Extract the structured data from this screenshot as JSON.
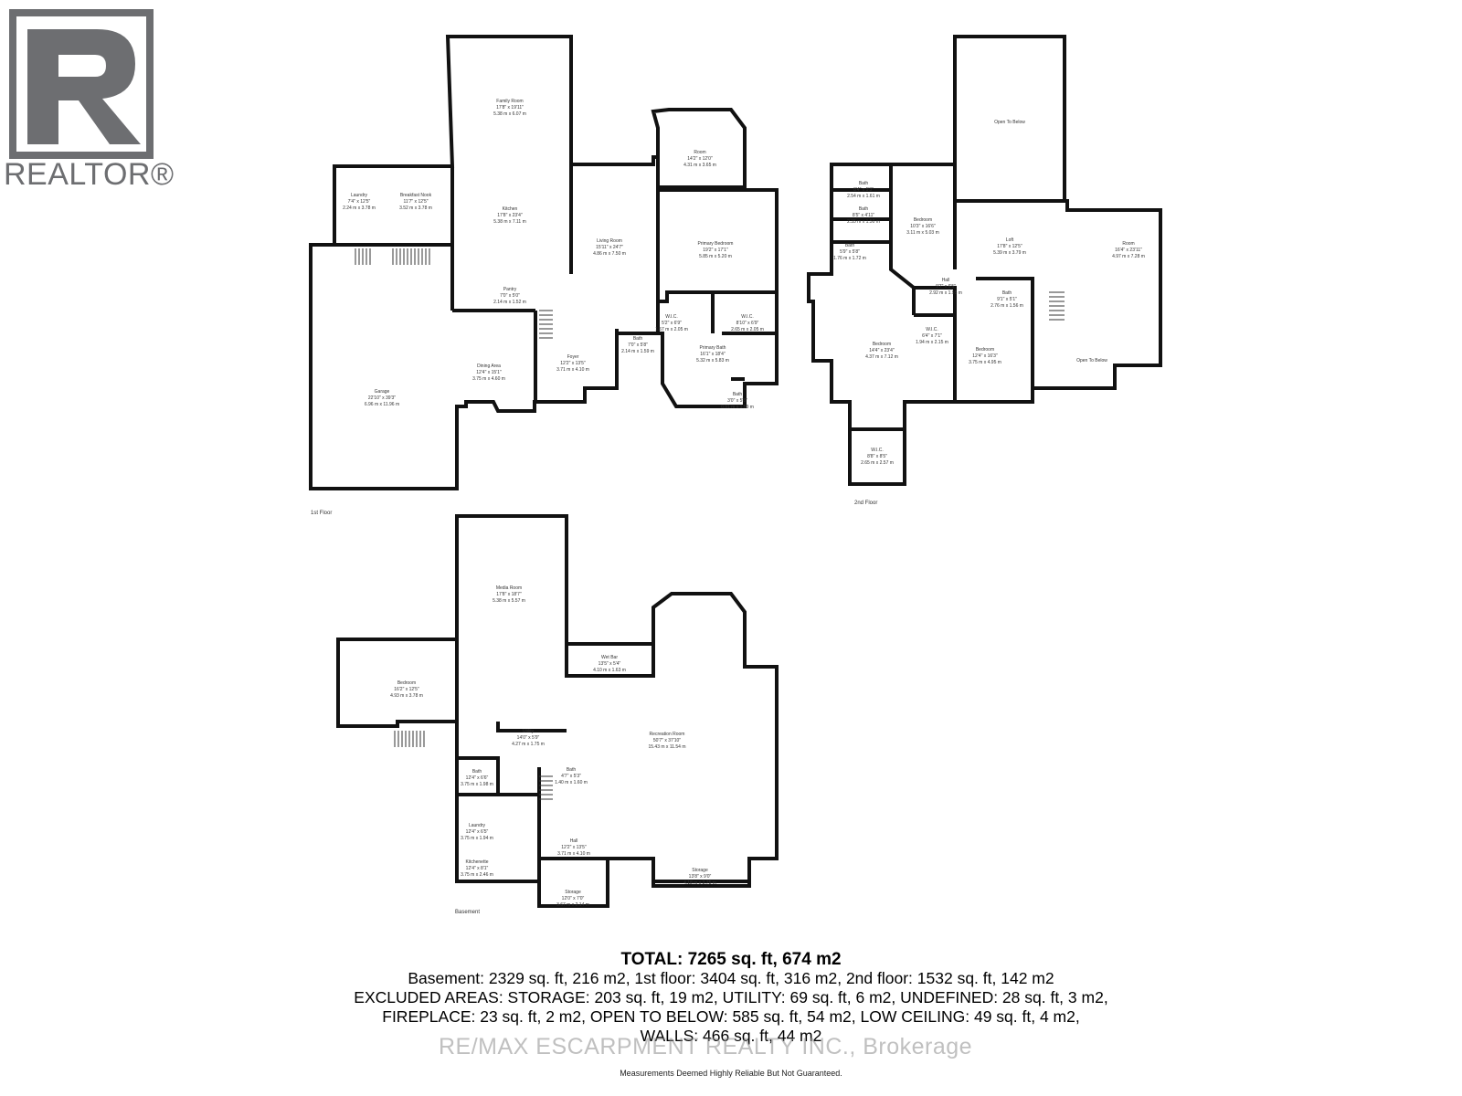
{
  "logo": {
    "brand": "REALTOR®"
  },
  "floors": {
    "first": {
      "label": "1st Floor",
      "rooms": [
        {
          "name": "Family Room",
          "imperial": "17'8\" x 19'11\"",
          "metric": "5.38 m x 6.07 m"
        },
        {
          "name": "Laundry",
          "imperial": "7'4\" x 12'5\"",
          "metric": "2.24 m x 3.78 m"
        },
        {
          "name": "Breakfast Nook",
          "imperial": "11'7\" x 12'5\"",
          "metric": "3.52 m x 3.78 m"
        },
        {
          "name": "Kitchen",
          "imperial": "17'8\" x 23'4\"",
          "metric": "5.38 m x 7.11 m"
        },
        {
          "name": "Living Room",
          "imperial": "15'11\" x 24'7\"",
          "metric": "4.86 m x 7.50 m"
        },
        {
          "name": "Room",
          "imperial": "14'2\" x 12'0\"",
          "metric": "4.31 m x 3.65 m"
        },
        {
          "name": "Primary Bedroom",
          "imperial": "19'2\" x 17'1\"",
          "metric": "5.85 m x 5.20 m"
        },
        {
          "name": "Pantry",
          "imperial": "7'0\" x 5'0\"",
          "metric": "2.14 m x 1.52 m"
        },
        {
          "name": "Garage",
          "imperial": "22'10\" x 39'3\"",
          "metric": "6.96 m x 11.96 m"
        },
        {
          "name": "Dining Area",
          "imperial": "12'4\" x 15'1\"",
          "metric": "3.75 m x 4.60 m"
        },
        {
          "name": "Foyer",
          "imperial": "12'2\" x 13'5\"",
          "metric": "3.71 m x 4.10 m"
        },
        {
          "name": "W.I.C.",
          "imperial": "5'2\" x 6'9\"",
          "metric": "1.57 m x 2.05 m"
        },
        {
          "name": "W.I.C.",
          "imperial": "8'10\" x 6'9\"",
          "metric": "2.65 m x 2.05 m"
        },
        {
          "name": "Bath",
          "imperial": "7'0\" x 5'8\"",
          "metric": "2.14 m x 1.59 m"
        },
        {
          "name": "Primary Bath",
          "imperial": "16'1\" x 18'4\"",
          "metric": "5.32 m x 5.83 m"
        },
        {
          "name": "Bath",
          "imperial": "3'0\" x 5'8\"",
          "metric": "0.91 m x 1.59 m"
        }
      ]
    },
    "second": {
      "label": "2nd Floor",
      "rooms": [
        {
          "name": "Open To Below",
          "imperial": "",
          "metric": ""
        },
        {
          "name": "Bath",
          "imperial": "8'4\" x 5'3\"",
          "metric": "2.54 m x 1.61 m"
        },
        {
          "name": "Bath",
          "imperial": "8'5\" x 4'11\"",
          "metric": "2.35 m x 1.50 m"
        },
        {
          "name": "Bath",
          "imperial": "5'9\" x 5'8\"",
          "metric": "1.76 m x 1.72 m"
        },
        {
          "name": "Bedroom",
          "imperial": "10'3\" x 16'6\"",
          "metric": "3.11 m x 5.03 m"
        },
        {
          "name": "Loft",
          "imperial": "17'8\" x 12'5\"",
          "metric": "5.39 m x 3.79 m"
        },
        {
          "name": "Room",
          "imperial": "16'4\" x 23'11\"",
          "metric": "4.97 m x 7.28 m"
        },
        {
          "name": "Hall",
          "imperial": "9'7\" x 6'5\"",
          "metric": "2.92 m x 1.95 m"
        },
        {
          "name": "Bath",
          "imperial": "9'1\" x 5'1\"",
          "metric": "2.76 m x 1.56 m"
        },
        {
          "name": "Bedroom",
          "imperial": "14'4\" x 23'4\"",
          "metric": "4.37 m x 7.12 m"
        },
        {
          "name": "W.I.C.",
          "imperial": "6'4\" x 7'1\"",
          "metric": "1.94 m x 2.15 m"
        },
        {
          "name": "Bedroom",
          "imperial": "12'4\" x 16'3\"",
          "metric": "3.75 m x 4.95 m"
        },
        {
          "name": "Open To Below",
          "imperial": "",
          "metric": ""
        },
        {
          "name": "W.I.C.",
          "imperial": "8'8\" x 8'5\"",
          "metric": "2.65 m x 2.57 m"
        }
      ]
    },
    "basement": {
      "label": "Basement",
      "rooms": [
        {
          "name": "Media Room",
          "imperial": "17'8\" x 18'7\"",
          "metric": "5.38 m x 5.57 m"
        },
        {
          "name": "Bedroom",
          "imperial": "16'2\" x 12'5\"",
          "metric": "4.93 m x 3.78 m"
        },
        {
          "name": "Wet Bar",
          "imperial": "13'5\" x 5'4\"",
          "metric": "4.10 m x 1.63 m"
        },
        {
          "name": "Recreation Room",
          "imperial": "50'7\" x 37'10\"",
          "metric": "15.43 m x 11.54 m"
        },
        {
          "name": "Utility",
          "imperial": "14'0\" x 5'9\"",
          "metric": "4.27 m x 1.75 m"
        },
        {
          "name": "Bath",
          "imperial": "12'4\" x 6'6\"",
          "metric": "3.75 m x 1.98 m"
        },
        {
          "name": "Bath",
          "imperial": "4'7\" x 5'3\"",
          "metric": "1.40 m x 1.60 m"
        },
        {
          "name": "Laundry",
          "imperial": "12'4\" x 6'5\"",
          "metric": "3.75 m x 1.94 m"
        },
        {
          "name": "Kitchenette",
          "imperial": "12'4\" x 8'1\"",
          "metric": "3.75 m x 2.46 m"
        },
        {
          "name": "Hall",
          "imperial": "12'2\" x 13'5\"",
          "metric": "3.71 m x 4.10 m"
        },
        {
          "name": "Storage",
          "imperial": "13'8\" x 9'0\"",
          "metric": "4.18 m x 2.75 m"
        },
        {
          "name": "Storage",
          "imperial": "12'0\" x 7'0\"",
          "metric": "3.67 m x 2.14 m"
        }
      ]
    }
  },
  "summary": {
    "total": "TOTAL: 7265 sq. ft, 674 m2",
    "line1": "Basement: 2329 sq. ft, 216 m2, 1st floor: 3404 sq. ft, 316 m2, 2nd floor: 1532 sq. ft, 142 m2",
    "line2": "EXCLUDED AREAS: STORAGE: 203 sq. ft, 19 m2, UTILITY: 69 sq. ft, 6 m2, UNDEFINED: 28 sq. ft, 3 m2,",
    "line3": "FIREPLACE: 23 sq. ft, 2 m2, OPEN TO BELOW: 585 sq. ft, 54 m2, LOW CEILING: 49 sq. ft, 4 m2,",
    "line4": "WALLS: 466 sq. ft, 44 m2"
  },
  "watermark": "RE/MAX ESCARPMENT REALTY INC., Brokerage",
  "disclaimer": "Measurements Deemed Highly Reliable But Not Guaranteed."
}
